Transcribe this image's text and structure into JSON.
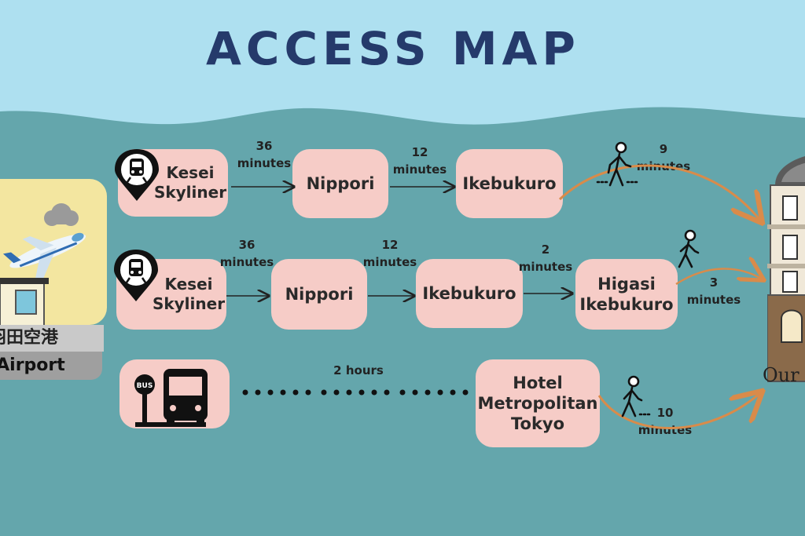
{
  "title": "ACCESS MAP",
  "airport": {
    "name_ja": "羽田空港",
    "name_en": "-Airport"
  },
  "hotel": {
    "label": "Our"
  },
  "routes": [
    {
      "stations": [
        "Kesei Skyliner",
        "Nippori",
        "Ikebukuro"
      ],
      "times": [
        "36 minutes",
        "12 minutes"
      ],
      "walk": "9 minutes"
    },
    {
      "stations": [
        "Kesei Skyliner",
        "Nippori",
        "Ikebukuro",
        "Higasi Ikebukuro"
      ],
      "times": [
        "36 minutes",
        "12 minutes",
        "2 minutes"
      ],
      "walk": "3 minutes"
    },
    {
      "stations": [
        "Hotel Metropolitan Tokyo"
      ],
      "bus_label": "BUS",
      "times": [
        "2 hours"
      ],
      "walk": "10 minutes"
    }
  ],
  "colors": {
    "sky": "#aee0f0",
    "water": "#64a6ac",
    "box": "#f6ccc7",
    "title": "#253a6b",
    "walk_arc": "#d98b4a"
  }
}
